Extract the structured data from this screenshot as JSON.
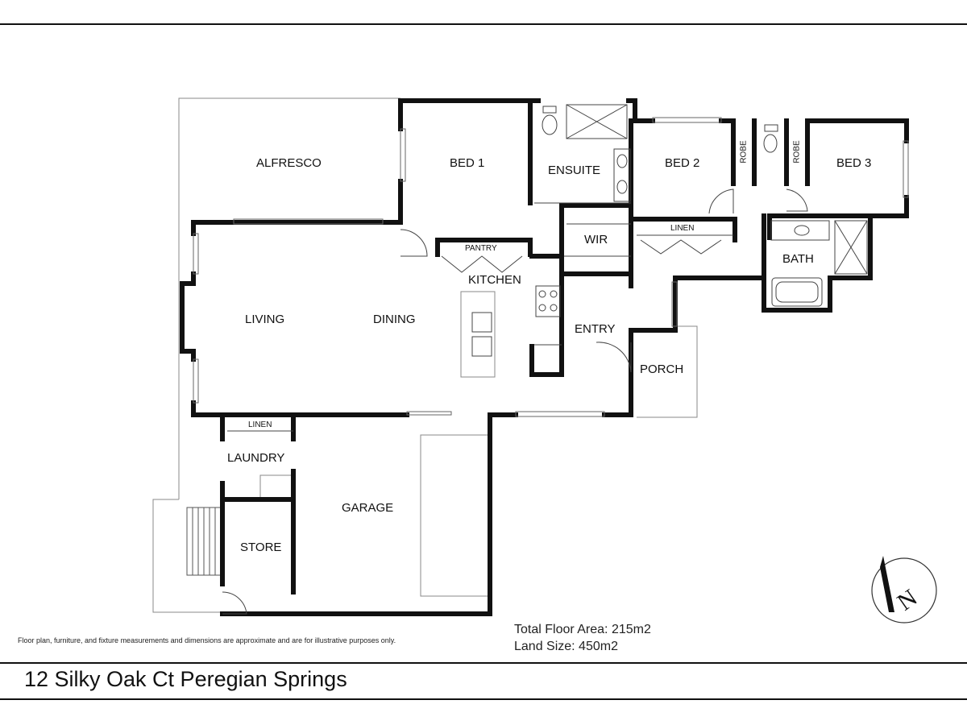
{
  "rooms": {
    "alfresco": "ALFRESCO",
    "bed1": "BED 1",
    "ensuite": "ENSUITE",
    "bed2": "BED 2",
    "bed3": "BED 3",
    "robe": "ROBE",
    "robe2": "ROBE",
    "linen_hall": "LINEN",
    "wir": "WIR",
    "bath": "BATH",
    "pantry": "PANTRY",
    "kitchen": "KITCHEN",
    "living": "LIVING",
    "dining": "DINING",
    "entry": "ENTRY",
    "porch": "PORCH",
    "linen_laundry": "LINEN",
    "laundry": "LAUNDRY",
    "garage": "GARAGE",
    "store": "STORE"
  },
  "disclaimer": "Floor plan, furniture, and fixture measurements and dimensions are approximate and are for illustrative purposes only.",
  "total_floor_area": "Total Floor Area: 215m2",
  "land_size": "Land Size: 450m2",
  "address": "12 Silky Oak Ct Peregian Springs",
  "compass": {
    "letter": "N"
  }
}
